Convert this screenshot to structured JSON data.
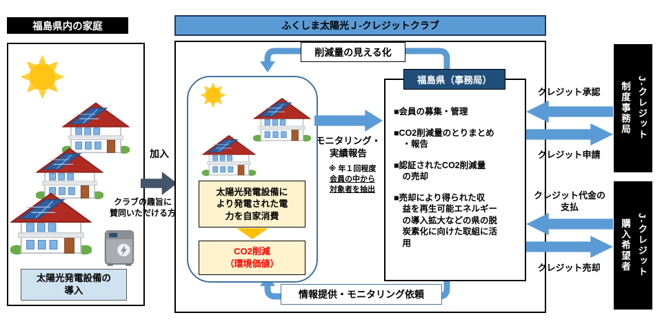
{
  "palette": {
    "arrow_blue": "#5B9BD5",
    "join_arrow_slate": "#44546A",
    "office_navy": "#1F4E79",
    "club_bar_blue": "#5B9BD5",
    "club_bar_border": "#1F3864",
    "cream_box": "#FFF2CC",
    "orange_arrow": "#FFC000",
    "caption_light_blue": "#CFE2F0",
    "co2_text_red": "#FF0000",
    "entity_black": "#000000"
  },
  "households": {
    "title": "福島県内の家庭",
    "caption": "太陽光発電設備の\n導入"
  },
  "join": {
    "label": "加入",
    "note": "クラブの趣旨に\n賛同いただける方"
  },
  "club": {
    "title": "ふくしま太陽光Ｊ-クレジットクラブ",
    "visualization_flow": "削減量の見える化",
    "info_flow": "情報提供・モニタリング依頼",
    "self_consumption": "太陽光発電設備に\nより発電された電\n力を自家消費",
    "co2_reduction": "CO2削減\n（環境価値）",
    "monitoring_label": "モニタリング・\n実績報告",
    "monitoring_note_head": "※ 年１回程度",
    "monitoring_note_detail": "会員の中から\n対象者を抽出"
  },
  "office": {
    "title": "福島県（事務局）",
    "bullets": [
      "■会員の募集・管理",
      "■CO2削減量のとりまとめ\n　・報告",
      "■認証されたCO2削減量\n　の売却",
      "■売却により得られた収\n　益を再生可能エネルギー\n　の導入拡大などの県の脱\n　炭素化に向けた取組に活\n　用"
    ]
  },
  "jcredit_scheme": {
    "entity": "J-クレジット\n制度事務局",
    "to_club": "クレジット承認",
    "from_club": "クレジット申請"
  },
  "jcredit_buyers": {
    "entity": "J-クレジット\n購入希望者",
    "to_club": "クレジット代金の\n支払",
    "from_club": "クレジット売却"
  }
}
